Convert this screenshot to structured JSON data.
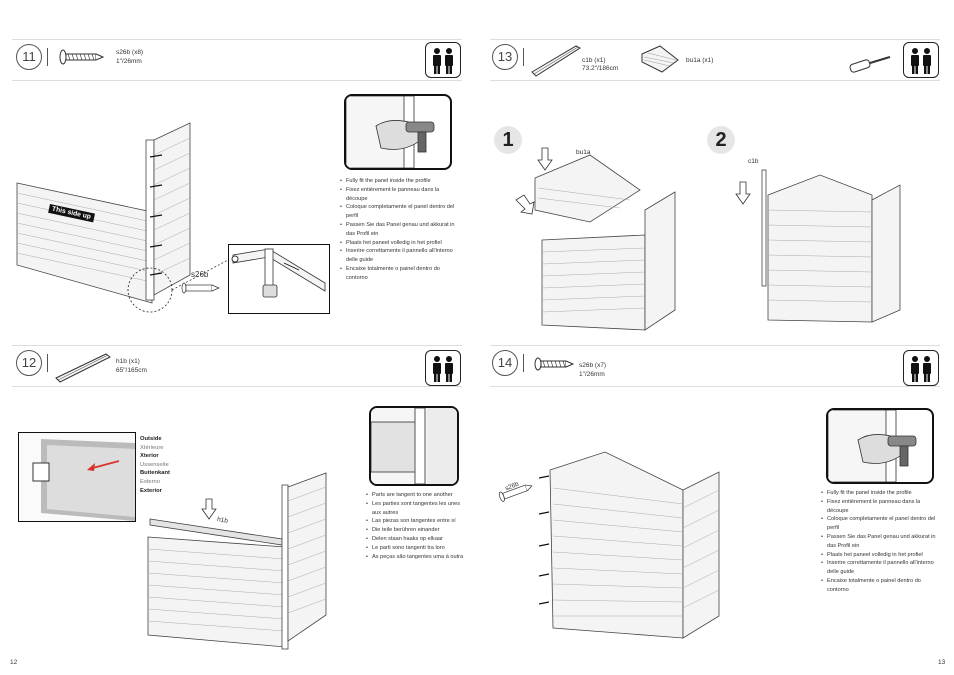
{
  "steps": {
    "s11": {
      "num": "11",
      "part": "s26b (x8)",
      "size": "1\"/26mm",
      "inline_label": "s26b",
      "banner": "This side up",
      "instructions": [
        "Fully fit the panel inside the profile",
        "Fixez entièrement le panneau dans la découpe",
        "Coloque completamente el panel dentro del perfil",
        "Passen Sie das Panel genau und akkurat in das Profil ein",
        "Plaats het paneel volledig in het profiel",
        "Inserire correttamente il pannello all'interno delle guide",
        "Encaixe totalmente o painel dentro do contorno"
      ]
    },
    "s12": {
      "num": "12",
      "part": "h1b (x1)",
      "size": "65\"/165cm",
      "inline_label": "h1b",
      "legend": [
        "Outside",
        "Xtérieure",
        "Xterior",
        "Ussenseite",
        "Buitenkant",
        "Esterno",
        "Exterior"
      ],
      "instructions": [
        "Parts are tangent to one another",
        "Les parties sont tangentes les unes aux autres",
        "Las piezas son tangentes entre sí",
        "Die teile berühren einander",
        "Delen staan haaks op elkaar",
        "Le parti sono tangenti tra loro",
        "As peças são tangentes uma à outra"
      ]
    },
    "s13": {
      "num": "13",
      "part1": "c1b (x1)",
      "size1": "73.2\"/186cm",
      "part2": "bu1a (x1)",
      "sub1": "1",
      "sub2": "2",
      "label_a": "bu1a",
      "label_b": "c1b"
    },
    "s14": {
      "num": "14",
      "part": "s26b (x7)",
      "size": "1\"/26mm",
      "inline_label": "s26b",
      "instructions": [
        "Fully fit the panel inside the profile",
        "Fixez entièrement le panneau dans la découpe",
        "Coloque completamente el panel dentro del perfil",
        "Passen Sie das Panel genau und akkurat in das Profil ein",
        "Plaats het paneel volledig in het profiel",
        "Inserire correttamente il pannello all'interno delle guide",
        "Encaixe totalmente o painel dentro do contorno"
      ]
    }
  },
  "pages": {
    "left": "12",
    "right": "13"
  },
  "colors": {
    "arrow": "#d9342b",
    "line": "#444444",
    "fill": "#f4f4f4"
  }
}
